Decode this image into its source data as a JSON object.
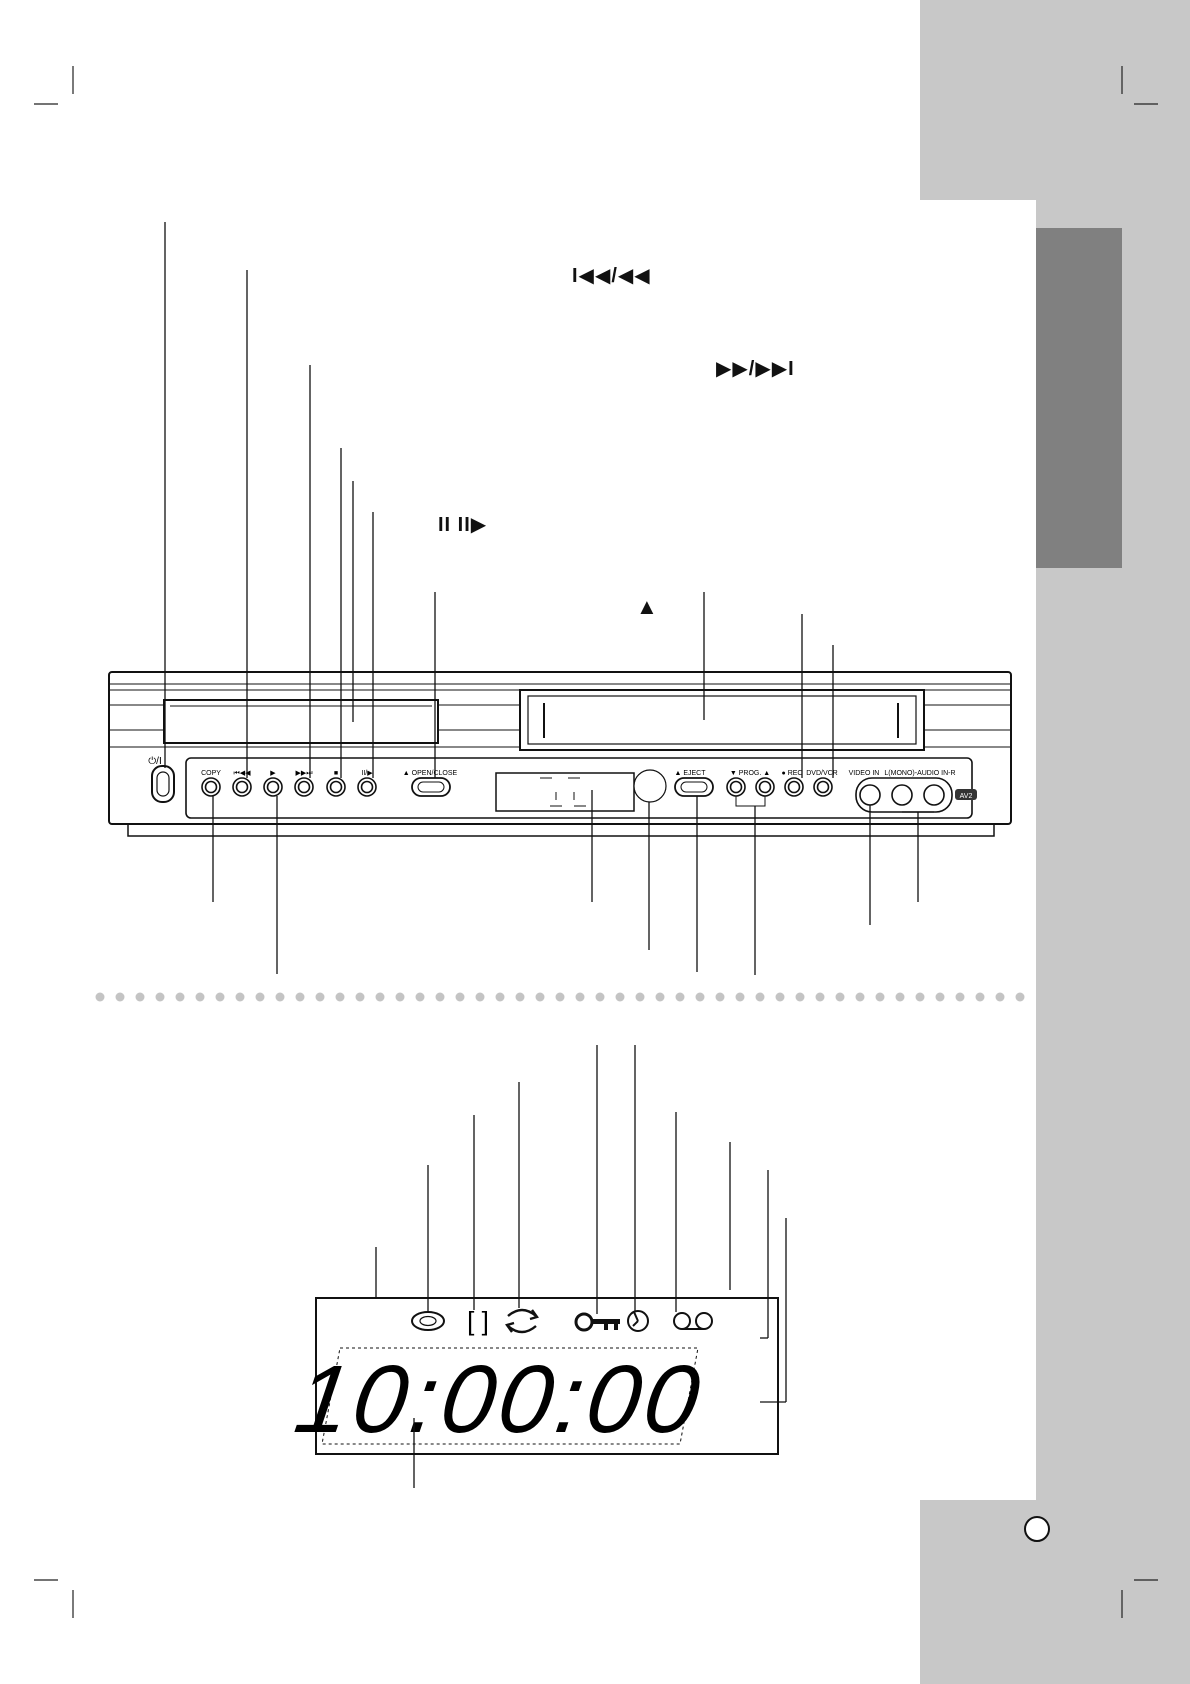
{
  "front_panel": {
    "labels": {
      "power": "⏻/I",
      "copy": "COPY",
      "skip_back": "⏮◀◀",
      "play": "▶",
      "skip_fwd": "▶▶⏭",
      "stop": "■",
      "pause_step": "II/▶",
      "dvd_open_close": "▲ OPEN/CLOSE",
      "vcr_eject": "▲ EJECT",
      "prog": "▼ PROG. ▲",
      "rec": "● REC",
      "dvd_vcr": "DVD/VCR",
      "video_in": "VIDEO IN",
      "audio_in": "L(MONO)-AUDIO IN-R",
      "av_badge": "AV2"
    }
  },
  "callout_symbols": {
    "rewind": "I◀◀/◀◀",
    "forward": "▶▶/▶▶I",
    "pause": "II  II▶",
    "eject": "▲"
  },
  "display": {
    "digits": "10:00:00",
    "icons": [
      "disc-icon",
      "bracket-icon",
      "repeat-icon",
      "key-icon",
      "clock-icon",
      "tape-icon"
    ]
  }
}
